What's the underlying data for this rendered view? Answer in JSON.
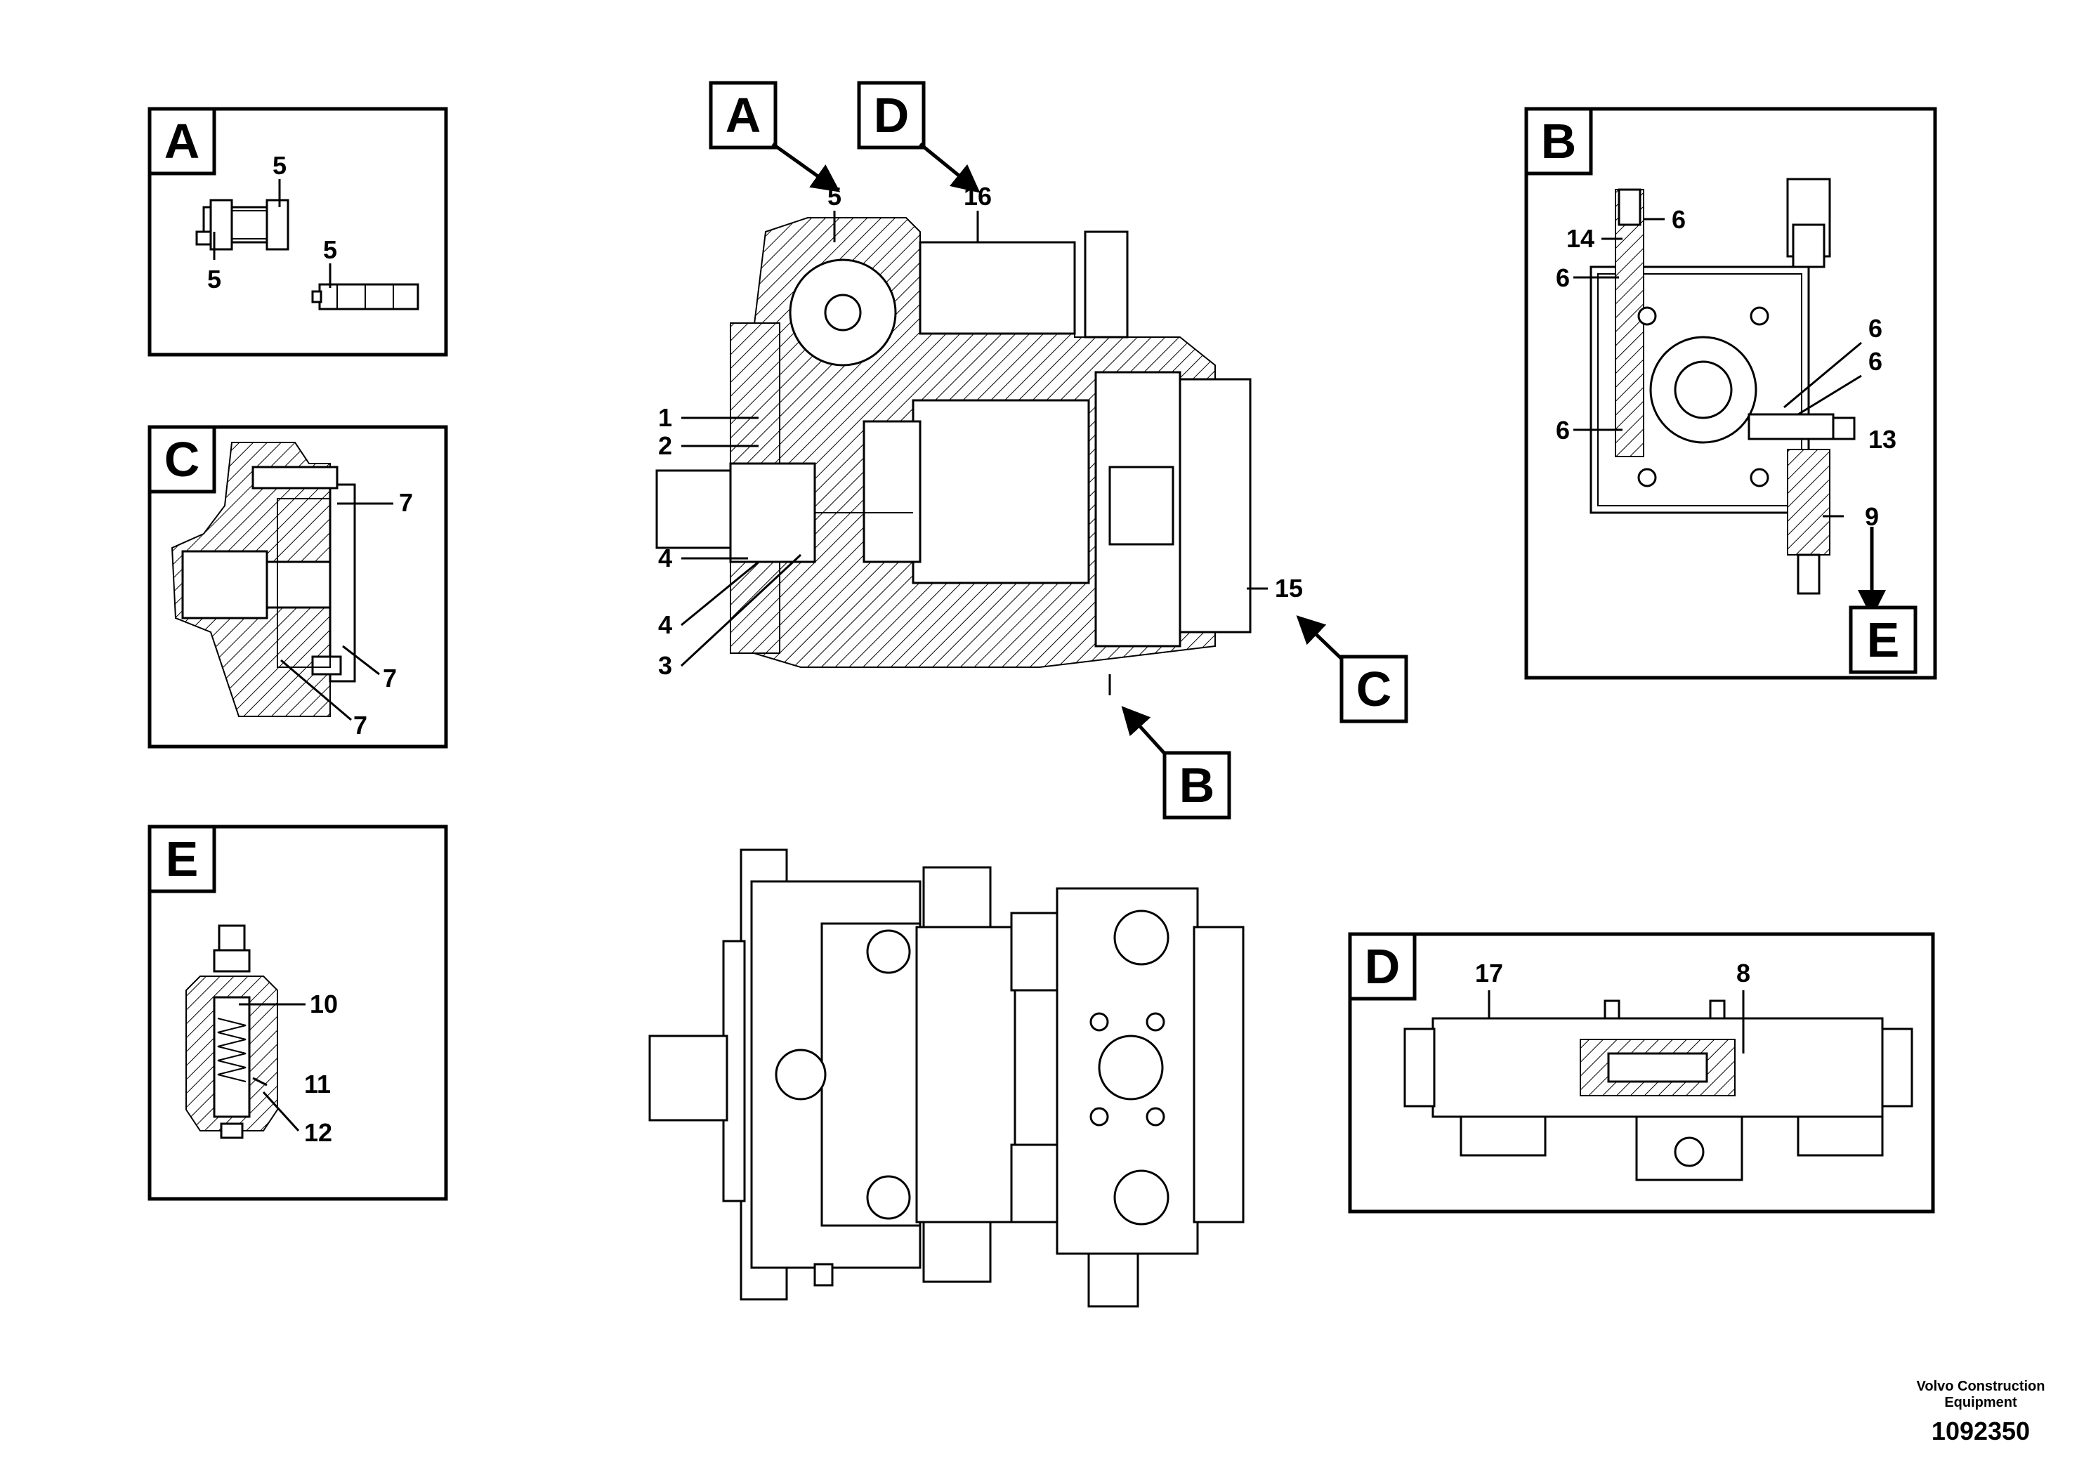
{
  "detail_boxes": {
    "A": {
      "letter": "A",
      "callouts": [
        "5",
        "5",
        "5"
      ]
    },
    "C": {
      "letter": "C",
      "callouts": [
        "7",
        "7",
        "7"
      ]
    },
    "E": {
      "letter": "E",
      "callouts": [
        "10",
        "11",
        "12"
      ]
    },
    "B": {
      "letter": "B",
      "callouts": [
        "14",
        "6",
        "6",
        "6",
        "6",
        "6",
        "13",
        "9"
      ]
    },
    "D": {
      "letter": "D",
      "callouts": [
        "17",
        "8"
      ]
    }
  },
  "section_view": {
    "ref_letters": {
      "A": "A",
      "D": "D",
      "B": "B",
      "C": "C"
    },
    "callouts": [
      "5",
      "16",
      "1",
      "2",
      "4",
      "4",
      "3",
      "15"
    ]
  },
  "box_B_ref_letter": "E",
  "footer": {
    "company_line1": "Volvo Construction",
    "company_line2": "Equipment",
    "drawing_number": "1092350"
  }
}
